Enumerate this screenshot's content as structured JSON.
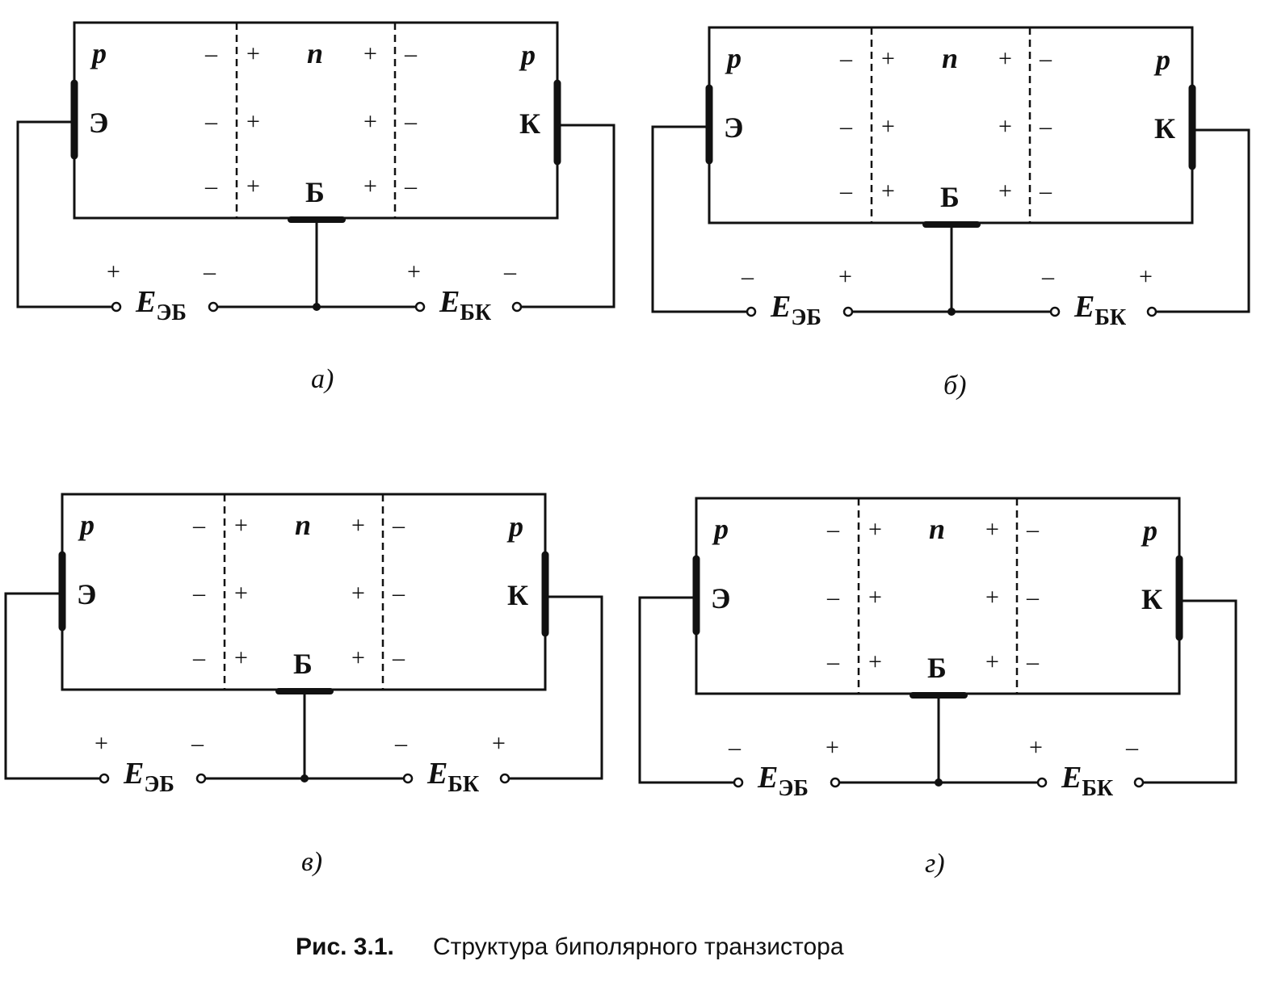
{
  "caption": {
    "prefix": "Рис. 3.1.",
    "text": "Структура биполярного транзистора"
  },
  "colors": {
    "ink": "#111111",
    "background": "#ffffff"
  },
  "panels": [
    {
      "id": "a",
      "sublabel": "а)",
      "region_labels": {
        "left": "p",
        "middle": "n",
        "right": "p"
      },
      "electrodes": {
        "emitter": "Э",
        "collector": "К",
        "base": "Б"
      },
      "junction_charges": {
        "left_side": "–",
        "right_side": "+",
        "right_junction_left": "+",
        "right_junction_right": "–"
      },
      "sources": [
        {
          "E": "E",
          "sub": "ЭБ",
          "polarity_left": "+",
          "polarity_right": "–"
        },
        {
          "E": "E",
          "sub": "БК",
          "polarity_left": "+",
          "polarity_right": "–"
        }
      ]
    },
    {
      "id": "b",
      "sublabel": "б)",
      "region_labels": {
        "left": "p",
        "middle": "n",
        "right": "p"
      },
      "electrodes": {
        "emitter": "Э",
        "collector": "К",
        "base": "Б"
      },
      "junction_charges": {
        "left_side": "–",
        "right_side": "+",
        "right_junction_left": "+",
        "right_junction_right": "–"
      },
      "sources": [
        {
          "E": "E",
          "sub": "ЭБ",
          "polarity_left": "–",
          "polarity_right": "+"
        },
        {
          "E": "E",
          "sub": "БК",
          "polarity_left": "–",
          "polarity_right": "+"
        }
      ]
    },
    {
      "id": "c",
      "sublabel": "в)",
      "region_labels": {
        "left": "p",
        "middle": "n",
        "right": "p"
      },
      "electrodes": {
        "emitter": "Э",
        "collector": "К",
        "base": "Б"
      },
      "junction_charges": {
        "left_side": "–",
        "right_side": "+",
        "right_junction_left": "+",
        "right_junction_right": "–"
      },
      "sources": [
        {
          "E": "E",
          "sub": "ЭБ",
          "polarity_left": "+",
          "polarity_right": "–"
        },
        {
          "E": "E",
          "sub": "БК",
          "polarity_left": "–",
          "polarity_right": "+"
        }
      ]
    },
    {
      "id": "d",
      "sublabel": "г)",
      "region_labels": {
        "left": "p",
        "middle": "n",
        "right": "p"
      },
      "electrodes": {
        "emitter": "Э",
        "collector": "К",
        "base": "Б"
      },
      "junction_charges": {
        "left_side": "–",
        "right_side": "+",
        "right_junction_left": "+",
        "right_junction_right": "–"
      },
      "sources": [
        {
          "E": "E",
          "sub": "ЭБ",
          "polarity_left": "–",
          "polarity_right": "+"
        },
        {
          "E": "E",
          "sub": "БК",
          "polarity_left": "+",
          "polarity_right": "–"
        }
      ]
    }
  ]
}
